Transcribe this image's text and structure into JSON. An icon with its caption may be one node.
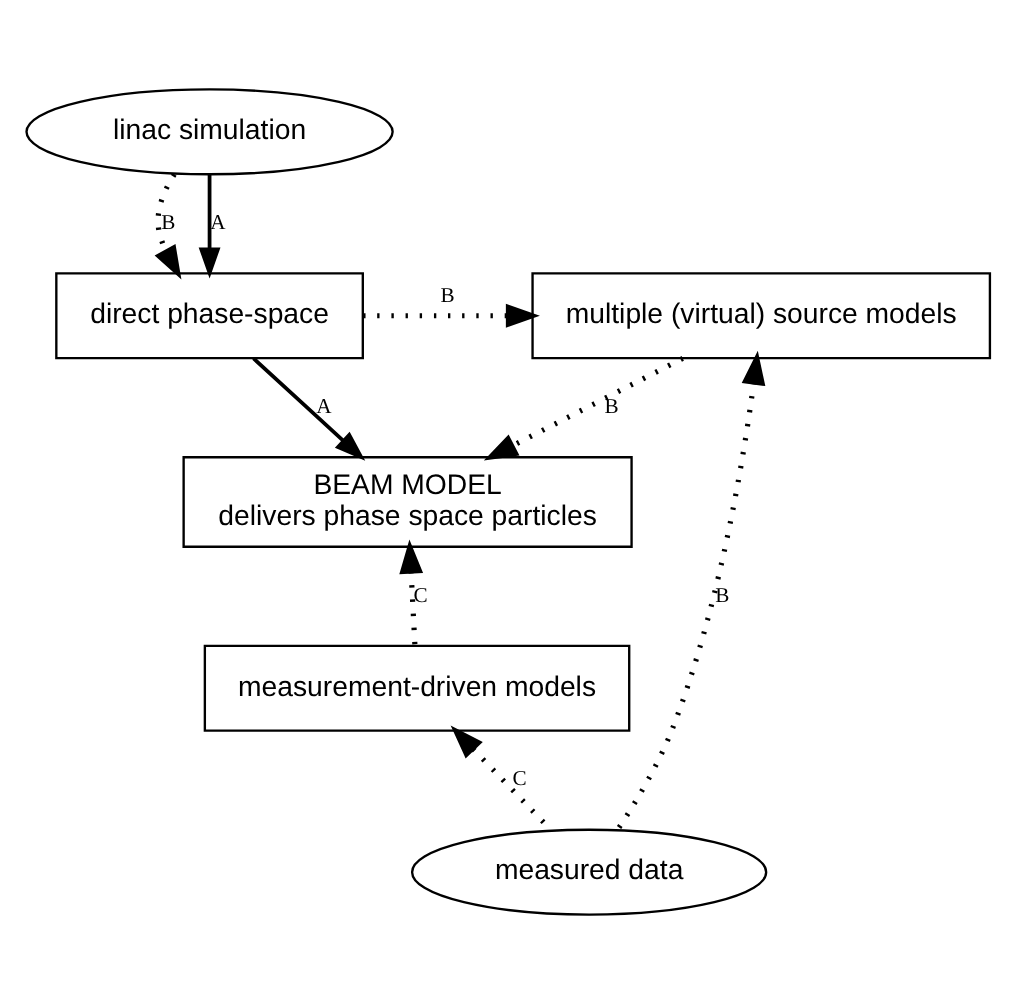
{
  "diagram": {
    "nodes": [
      {
        "text": [
          "linac simulation"
        ]
      },
      {
        "text": [
          "direct phase-space"
        ]
      },
      {
        "text": [
          "multiple (virtual) source models"
        ]
      },
      {
        "text": [
          "BEAM MODEL",
          "delivers phase space particles"
        ]
      },
      {
        "text": [
          "measurement-driven models"
        ]
      },
      {
        "text": [
          "measured data"
        ]
      }
    ],
    "edges": [
      {
        "from": 0,
        "to": 1,
        "arrow": "to",
        "label": "B",
        "style": "dashed"
      },
      {
        "from": 0,
        "to": 1,
        "arrow": "to",
        "label": "A"
      },
      {
        "from": 1,
        "to": 2,
        "arrow": "to",
        "label": "B",
        "style": "dashed"
      },
      {
        "from": 1,
        "to": 3,
        "arrow": "to",
        "label": "A"
      },
      {
        "from": 2,
        "to": 3,
        "arrow": "to",
        "label": "B",
        "style": "dashed"
      },
      {
        "from": 4,
        "to": 3,
        "arrow": "to",
        "label": "C",
        "style": "dashed"
      },
      {
        "from": 5,
        "to": 4,
        "arrow": "to",
        "label": "C",
        "style": "dashed"
      },
      {
        "from": 5,
        "to": 2,
        "arrow": "to",
        "label": "B",
        "style": "dashed"
      }
    ]
  }
}
